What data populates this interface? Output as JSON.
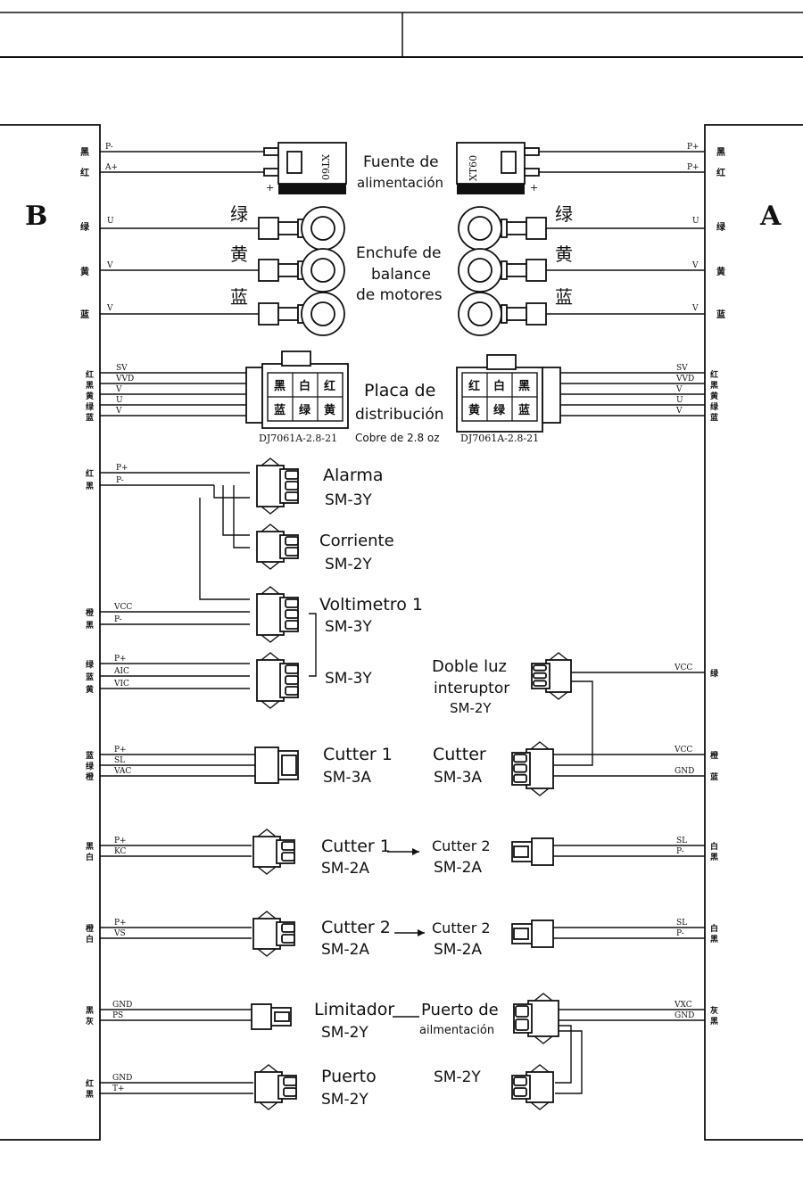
{
  "panels": {
    "left": "B",
    "right": "A"
  },
  "power": {
    "label1": "Fuente de",
    "label2": "alimentación",
    "model": "XT60",
    "plus": "+",
    "left_pins": [
      "P-",
      "A+"
    ],
    "right_pins": [
      "P+",
      "P+"
    ],
    "left_colors": [
      "黑",
      "红"
    ],
    "right_colors": [
      "黑",
      "红"
    ]
  },
  "balance": {
    "label1": "Enchufe de",
    "label2": "balance",
    "label3": "de motores",
    "colors": [
      "绿",
      "黄",
      "蓝"
    ],
    "pins": [
      "U",
      "V",
      "V"
    ]
  },
  "distribution": {
    "label1": "Placa de",
    "label2": "distribución",
    "left_part": "DJ7061A-2.8-21",
    "right_part": "DJ7061A-2.8-21",
    "copper": "Cobre de 2.8 oz",
    "left_cells": [
      "黑",
      "白",
      "红",
      "蓝",
      "绿",
      "黄"
    ],
    "right_cells": [
      "红",
      "白",
      "黑",
      "黄",
      "绿",
      "蓝"
    ],
    "left_pins": [
      "SV",
      "VVD",
      "V",
      "U",
      "V"
    ],
    "right_pins": [
      "SV",
      "VVD",
      "V",
      "U",
      "V"
    ],
    "left_colors": [
      "红",
      "黑",
      "黄",
      "绿",
      "蓝"
    ],
    "right_colors": [
      "红",
      "黑",
      "黄",
      "绿",
      "蓝"
    ]
  },
  "connectors": {
    "alarma": {
      "name": "Alarma",
      "type": "SM-3Y",
      "pins": [
        "P+",
        "P-"
      ],
      "colors": [
        "红",
        "黑"
      ]
    },
    "corriente": {
      "name": "Corriente",
      "type": "SM-2Y"
    },
    "voltimetro": {
      "name": "Voltimetro 1",
      "type": "SM-3Y",
      "pins": [
        "VCC",
        "P-"
      ],
      "colors": [
        "橙",
        "黑"
      ]
    },
    "sm3y": {
      "type": "SM-3Y",
      "pins": [
        "P+",
        "AIC",
        "VIC"
      ],
      "colors": [
        "绿",
        "蓝",
        "黄"
      ]
    },
    "doble_luz": {
      "name1": "Doble luz",
      "name2": "interuptor",
      "type": "SM-2Y",
      "pin": "VCC",
      "color": "绿"
    },
    "cutter1_3a": {
      "name": "Cutter 1",
      "type": "SM-3A",
      "pins": [
        "P+",
        "SL",
        "VAC"
      ],
      "colors": [
        "蓝",
        "绿",
        "橙"
      ]
    },
    "cutter_3a": {
      "name": "Cutter",
      "type": "SM-3A",
      "pins": [
        "VCC",
        "GND"
      ],
      "colors": [
        "橙",
        "蓝"
      ]
    },
    "cutter1_2a": {
      "name": "Cutter 1",
      "type": "SM-2A",
      "pins": [
        "P+",
        "KC"
      ],
      "colors": [
        "黑",
        "白"
      ]
    },
    "cutter2_2a_r1": {
      "name": "Cutter 2",
      "type": "SM-2A",
      "pins": [
        "SL",
        "P-"
      ],
      "colors": [
        "白",
        "黑"
      ]
    },
    "cutter2_2a": {
      "name": "Cutter 2",
      "type": "SM-2A",
      "pins": [
        "P+",
        "VS"
      ],
      "colors": [
        "橙",
        "白"
      ]
    },
    "cutter2_2a_r2": {
      "name": "Cutter 2",
      "type": "SM-2A",
      "pins": [
        "SL",
        "P-"
      ],
      "colors": [
        "白",
        "黑"
      ]
    },
    "limitador": {
      "name": "Limitador",
      "type": "SM-2Y",
      "pins": [
        "GND",
        "PS"
      ],
      "colors": [
        "黑",
        "灰"
      ]
    },
    "puerto_alim": {
      "name1": "Puerto de",
      "name2": "ailmentación",
      "pins": [
        "VXC",
        "GND"
      ],
      "colors": [
        "灰",
        "黑"
      ]
    },
    "puerto": {
      "name": "Puerto",
      "type": "SM-2Y",
      "pins": [
        "GND",
        "T+"
      ],
      "colors": [
        "红",
        "黑"
      ]
    },
    "puerto_r": {
      "type": "SM-2Y"
    }
  }
}
